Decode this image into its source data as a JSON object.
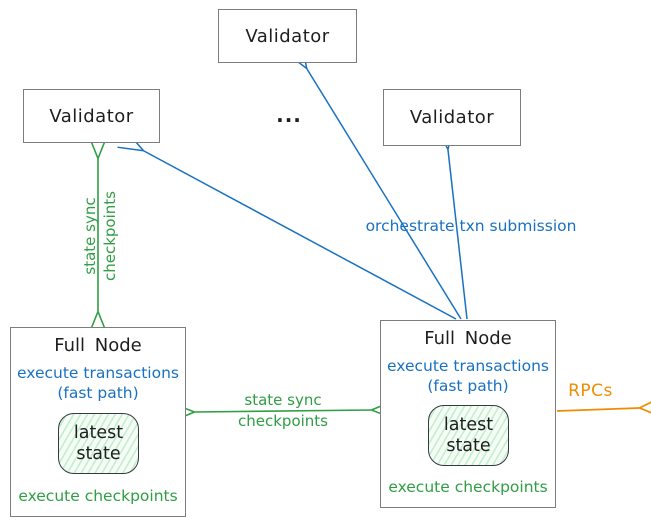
{
  "colors": {
    "blue": "#1971c2",
    "green": "#2f9e44",
    "orange": "#f08c00",
    "ink": "#1e1e1e",
    "box_stroke": "#7d7d7d",
    "state_fill_hatch": "#69d17f"
  },
  "validators": {
    "top": {
      "label": "Validator"
    },
    "left": {
      "label": "Validator"
    },
    "right": {
      "label": "Validator"
    },
    "ellipsis": "..."
  },
  "full_node_left": {
    "title": "Full Node",
    "fast_line1": "execute transactions",
    "fast_line2": "(fast path)",
    "state_line1": "latest",
    "state_line2": "state",
    "footer": "execute checkpoints"
  },
  "full_node_right": {
    "title": "Full Node",
    "fast_line1": "execute transactions",
    "fast_line2": "(fast path)",
    "state_line1": "latest",
    "state_line2": "state",
    "footer": "execute checkpoints"
  },
  "edge_labels": {
    "state_sync_vertical_line1": "state sync",
    "state_sync_vertical_line2": "checkpoints",
    "state_sync_horizontal_line1": "state sync",
    "state_sync_horizontal_line2": "checkpoints",
    "orchestrate": "orchestrate txn submission",
    "rpcs": "RPCs"
  }
}
